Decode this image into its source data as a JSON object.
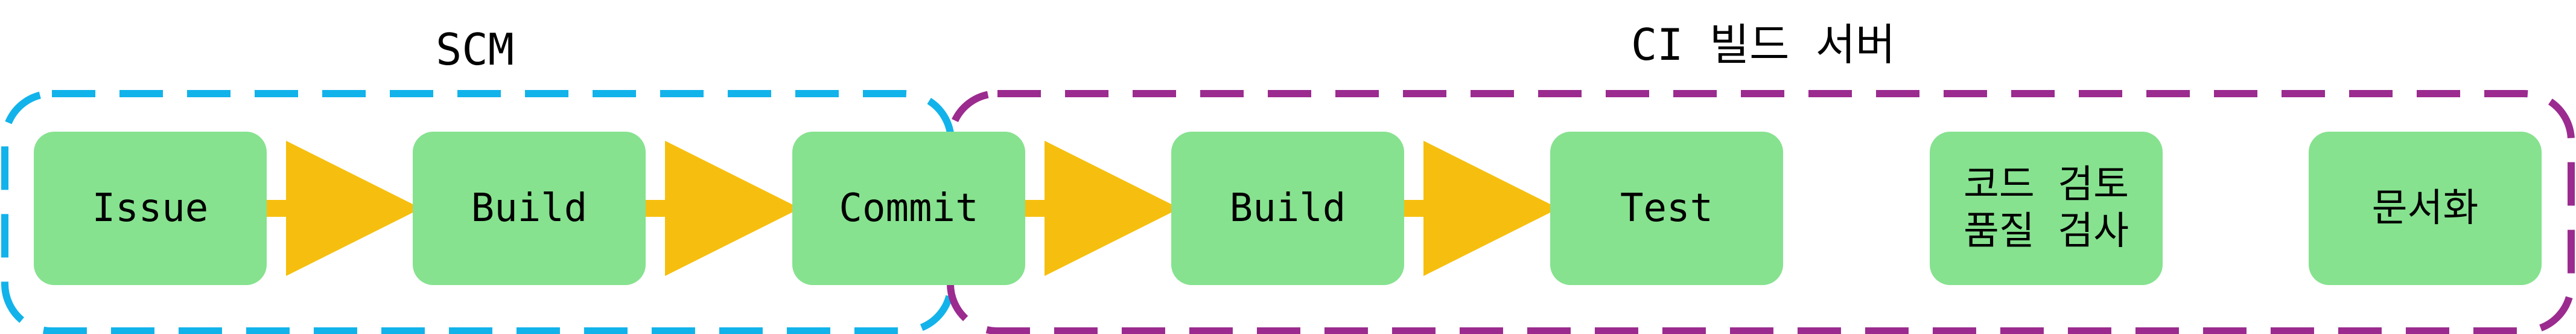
{
  "diagram": {
    "groups": [
      {
        "id": "scm",
        "label": "SCM",
        "color": "#12b3ea"
      },
      {
        "id": "ci",
        "label": "CI 빌드 서버",
        "color": "#9b2b8f"
      }
    ],
    "nodes": [
      {
        "id": "issue",
        "label": "Issue",
        "fill": "#86e28f"
      },
      {
        "id": "build-scm",
        "label": "Build",
        "fill": "#86e28f"
      },
      {
        "id": "commit",
        "label": "Commit",
        "fill": "#86e28f"
      },
      {
        "id": "build-ci",
        "label": "Build",
        "fill": "#86e28f"
      },
      {
        "id": "test",
        "label": "Test",
        "fill": "#86e28f"
      },
      {
        "id": "code-review",
        "label": "코드 검토\n품질 검사",
        "fill": "#86e28f"
      },
      {
        "id": "docs",
        "label": "문서화",
        "fill": "#86e28f"
      }
    ],
    "edges": [
      {
        "from": "issue",
        "to": "build-scm",
        "color": "#f6bf0f"
      },
      {
        "from": "build-scm",
        "to": "commit",
        "color": "#f6bf0f"
      },
      {
        "from": "commit",
        "to": "build-ci",
        "color": "#f6bf0f"
      },
      {
        "from": "build-ci",
        "to": "test",
        "color": "#f6bf0f"
      }
    ]
  }
}
